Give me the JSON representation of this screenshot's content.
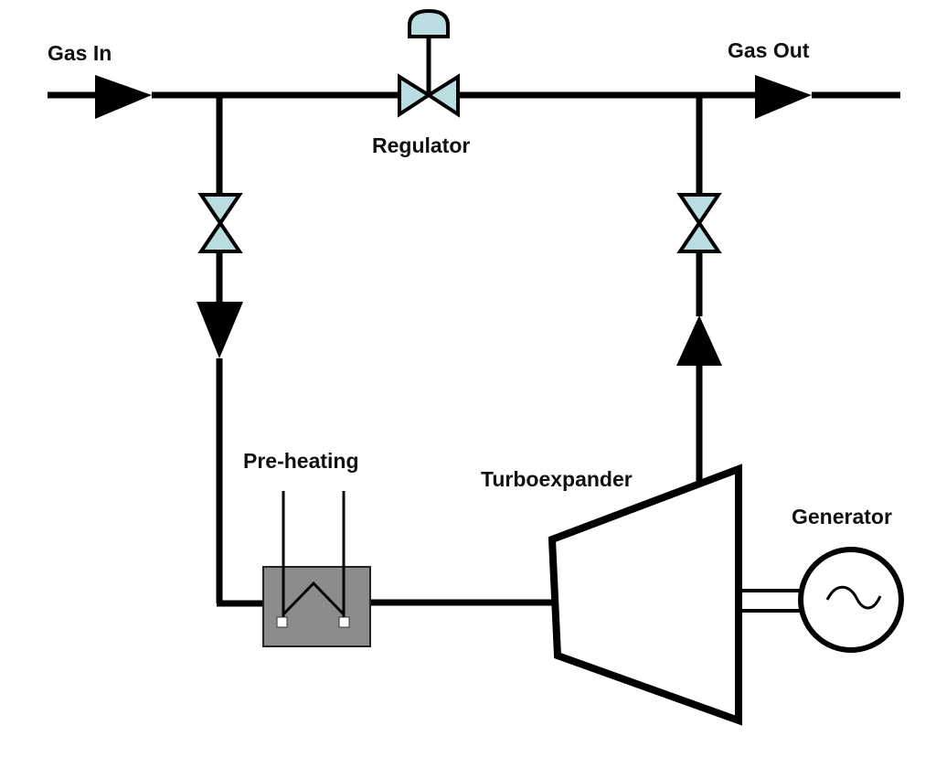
{
  "labels": {
    "gas_in": "Gas In",
    "gas_out": "Gas Out",
    "regulator": "Regulator",
    "preheating": "Pre-heating",
    "turboexpander": "Turboexpander",
    "generator": "Generator"
  },
  "colors": {
    "pipe": "#000000",
    "valve_fill": "#b9dde0",
    "preheater_fill": "#8c8c8c",
    "background": "#ffffff"
  },
  "icons": {
    "flow_arrow": "flow-arrow-icon",
    "valve": "gate-valve-icon",
    "regulator": "pressure-regulator-icon",
    "generator": "ac-generator-icon"
  }
}
